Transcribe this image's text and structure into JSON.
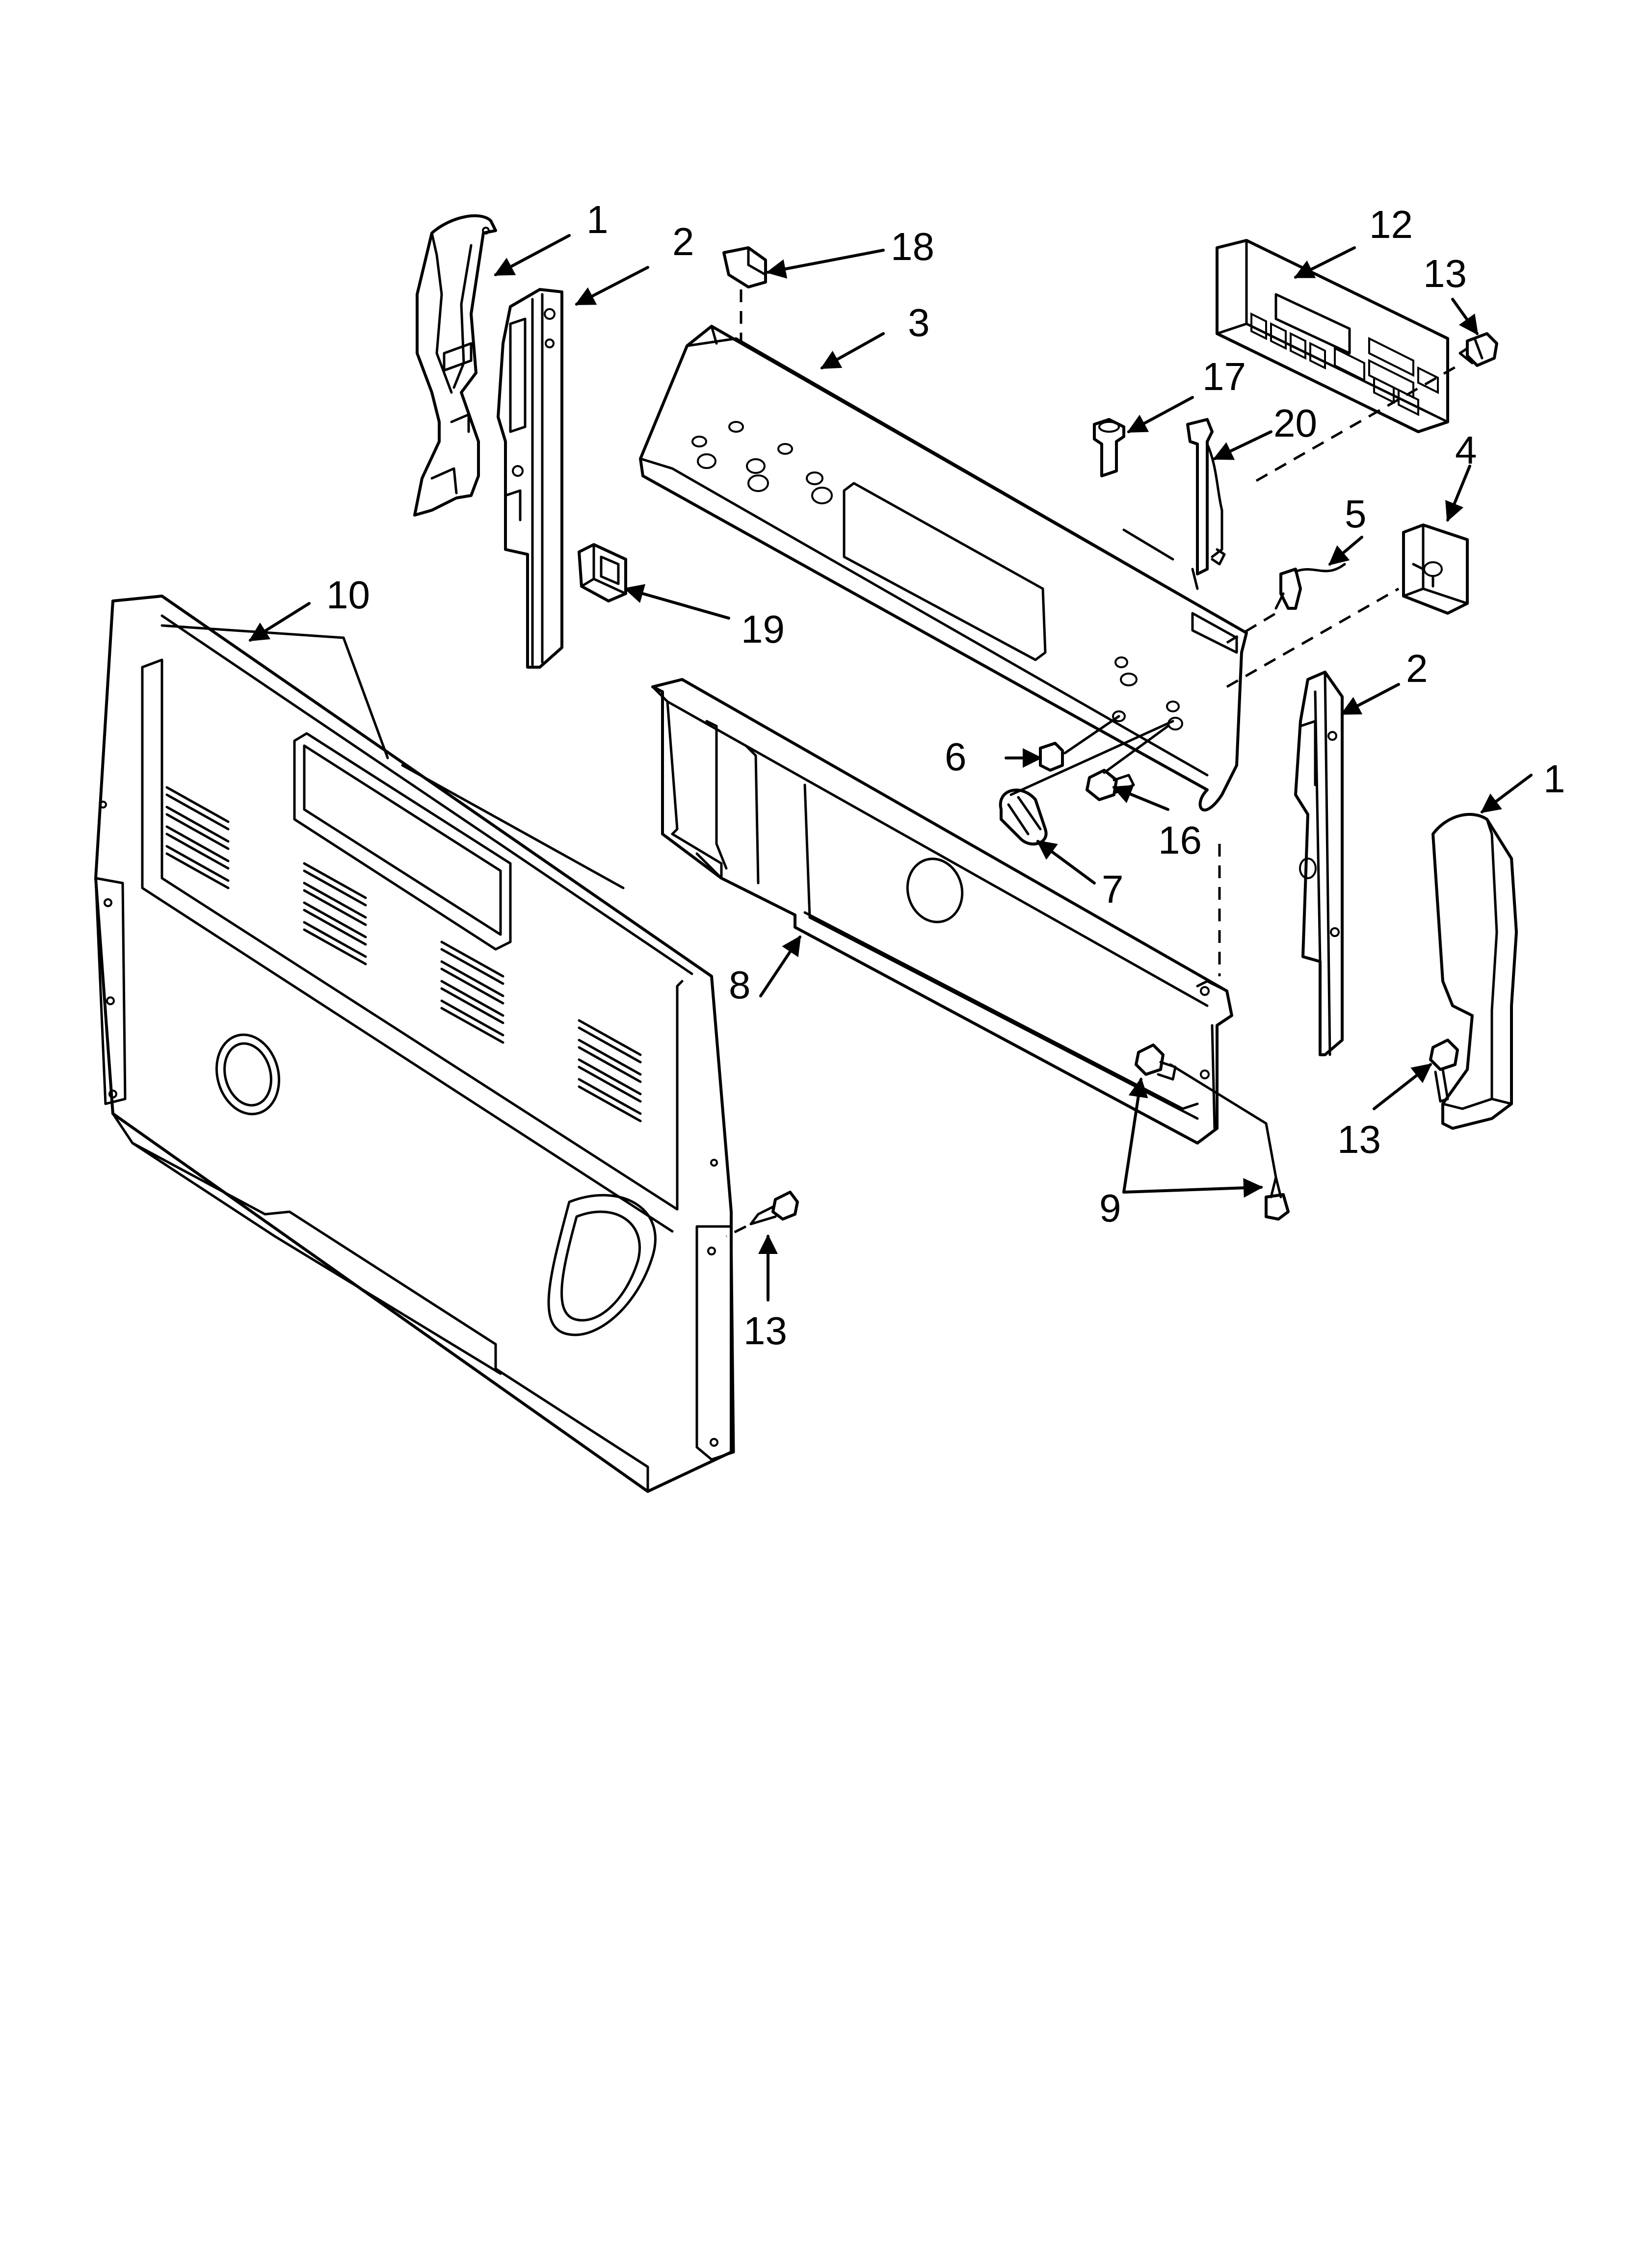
{
  "diagram": {
    "colors": {
      "line": "#000000",
      "background": "#ffffff"
    },
    "callouts": [
      "1",
      "2",
      "18",
      "3",
      "12",
      "13",
      "17",
      "20",
      "5",
      "4",
      "10",
      "19",
      "6",
      "16",
      "7",
      "8",
      "9"
    ]
  }
}
